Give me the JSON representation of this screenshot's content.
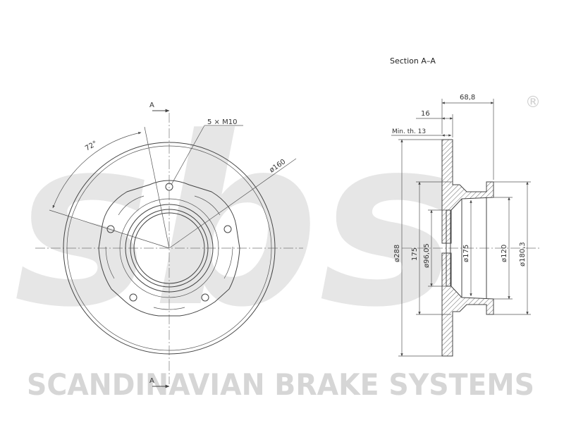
{
  "watermark": {
    "logo_text": "sbs",
    "brand_text": "SCANDINAVIAN BRAKE SYSTEMS",
    "registered_mark": "®"
  },
  "front_view": {
    "section_marker_top": "A",
    "section_marker_bottom": "A",
    "angle_label": "72°",
    "bolt_label": "5 × M10",
    "pcd_label": "ø160"
  },
  "section_view": {
    "title": "Section A–A",
    "dim_overall_height": "68,8",
    "dim_thickness": "16",
    "dim_min_thickness": "Min. th. 13",
    "dim_outer_diameter": "ø288",
    "dim_175_left": "175",
    "dim_centre_bore": "ø96,05",
    "dim_175_inner": "ø175",
    "dim_hub_120": "ø120",
    "dim_hub_180": "ø180,3"
  }
}
